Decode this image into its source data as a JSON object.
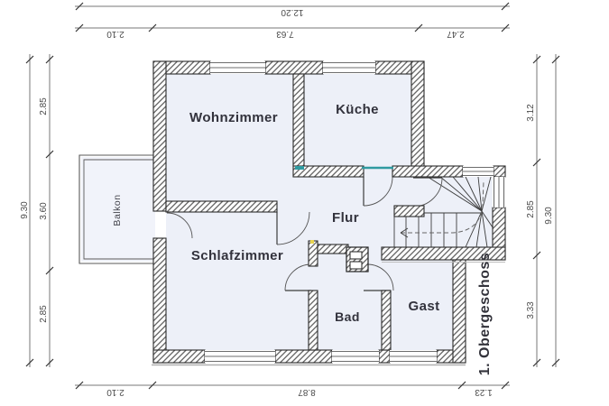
{
  "floor_label": "1. Obergeschoss",
  "rooms": {
    "wohnzimmer": "Wohnzimmer",
    "kueche": "Küche",
    "flur": "Flur",
    "schlafzimmer": "Schlafzimmer",
    "bad": "Bad",
    "gast": "Gast",
    "balkon": "Balkon"
  },
  "dimensions": {
    "top": {
      "total": "12.20",
      "segments": [
        "2.10",
        "7.63",
        "2.47"
      ]
    },
    "bottom": {
      "segments": [
        "2.10",
        "8.87",
        "1.23"
      ]
    },
    "left": {
      "total": "9.30",
      "segments": [
        "2.85",
        "3.60",
        "2.85"
      ]
    },
    "right": {
      "total": "9.30",
      "segments": [
        "3.12",
        "2.85",
        "3.33"
      ]
    }
  },
  "colors": {
    "floor_fill": "#edf0f8",
    "balcony_fill": "#f1f3fa",
    "wall_line": "#2b2b2b",
    "hatch_line": "#4e4e4e",
    "dim_text": "#4a4a4a",
    "label_text": "#32323c",
    "glass_accent": "#2f9aa0",
    "marker_yellow": "#e8d44d"
  }
}
